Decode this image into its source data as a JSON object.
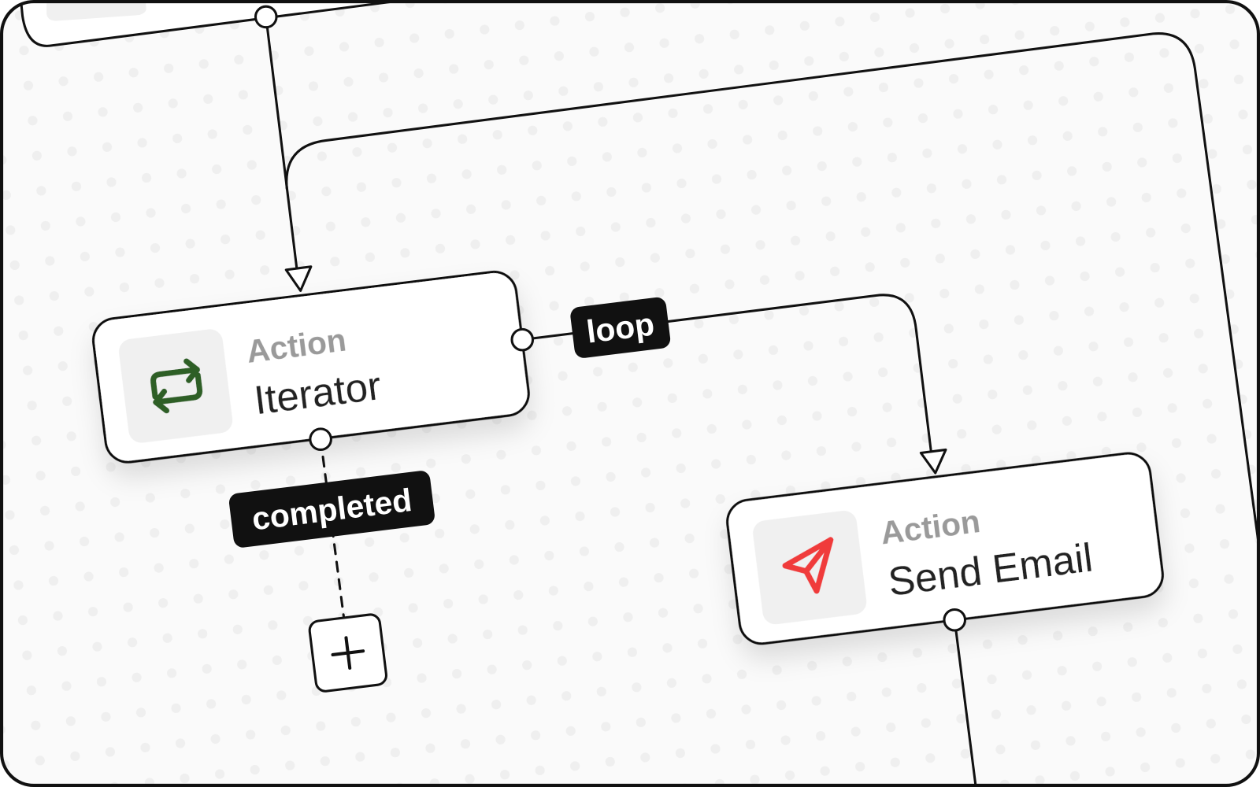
{
  "canvas": {
    "background": "#fafafa",
    "dot_color": "#ececec",
    "stroke": "#111111"
  },
  "nodes": [
    {
      "id": "iterator",
      "kind": "Action",
      "title": "Iterator",
      "icon": "repeat-icon",
      "icon_color": "#2e5e27"
    },
    {
      "id": "send-email",
      "kind": "Action",
      "title": "Send Email",
      "icon": "send-icon",
      "icon_color": "#f03a3a"
    }
  ],
  "edges": {
    "loop_label": "loop",
    "completed_label": "completed"
  },
  "add_button": {
    "icon": "plus-icon"
  }
}
